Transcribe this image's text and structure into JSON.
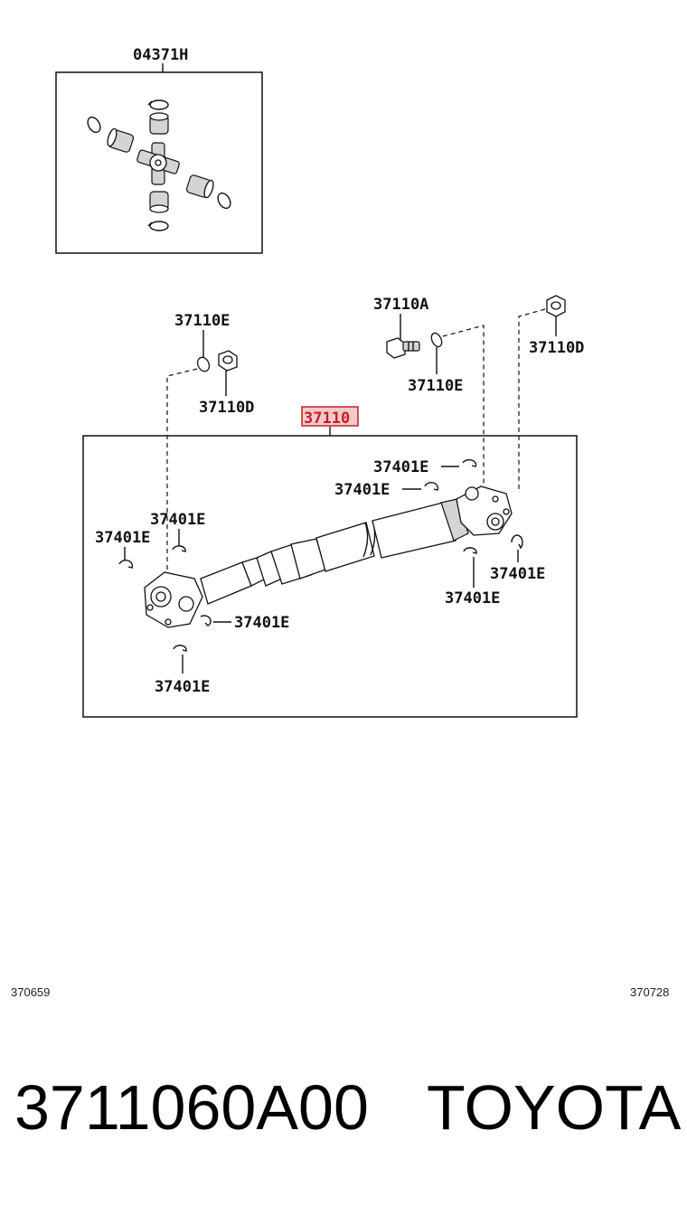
{
  "diagram": {
    "inset_label": "04371H",
    "main_label": "37110",
    "highlight_color": "#c0202a",
    "highlight_fill": "#f4c9cc",
    "callouts": {
      "e_top_left": "37110E",
      "d_top_left": "37110D",
      "a_bolt": "37110A",
      "e_top_right": "37110E",
      "d_top_right": "37110D",
      "clip_1": "37401E",
      "clip_2": "37401E",
      "clip_3": "37401E",
      "clip_4": "37401E",
      "clip_5": "37401E",
      "clip_6": "37401E",
      "clip_7": "37401E",
      "clip_8": "37401E"
    },
    "codes": {
      "left": "370659",
      "right": "370728"
    }
  },
  "footer": {
    "part_number": "3711060A00",
    "brand": "TOYOTA"
  }
}
